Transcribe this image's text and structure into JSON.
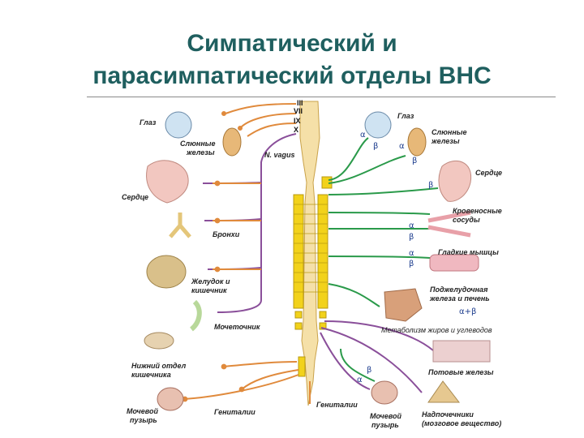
{
  "title": {
    "line1": "Симпатический и",
    "line2": "парасимпатический отделы ВНС"
  },
  "cranial_nerves": [
    "III",
    "VII",
    "IX",
    "X"
  ],
  "left_labels": {
    "eye": "Глаз",
    "salivary_1": "Слюнные",
    "salivary_2": "железы",
    "vagus": "N. vagus",
    "heart": "Сердце",
    "bronchi": "Бронхи",
    "stomach_1": "Желудок и",
    "stomach_2": "кишечник",
    "ureter": "Мочеточник",
    "lower_gut_1": "Нижний отдел",
    "lower_gut_2": "кишечника",
    "bladder_1": "Мочевой",
    "bladder_2": "пузырь",
    "genitals": "Гениталии"
  },
  "right_labels": {
    "eye": "Глаз",
    "salivary_1": "Слюнные",
    "salivary_2": "железы",
    "heart": "Сердце",
    "vessels_1": "Кровеносные",
    "vessels_2": "сосуды",
    "smooth": "Гладкие мышцы",
    "pancreas_1": "Поджелудочная",
    "pancreas_2": "железа и печень",
    "metabolism": "Метаболизм жиров и углеводов",
    "sweat": "Потовые железы",
    "genitals": "Гениталии",
    "bladder_1": "Мочевой",
    "bladder_2": "пузырь",
    "adrenal_1": "Надпочечники",
    "adrenal_2": "(мозговое вещество)"
  },
  "receptors": {
    "alpha": "α",
    "beta": "β",
    "alpha_beta": "α+β"
  },
  "colors": {
    "title": "#1f5f5f",
    "parasympathetic": "#e08a3c",
    "vagus": "#8a4f9a",
    "sympathetic": "#2a9a4a",
    "spinal_cord": "#f5e0a8",
    "ganglia": "#f2d21a"
  }
}
